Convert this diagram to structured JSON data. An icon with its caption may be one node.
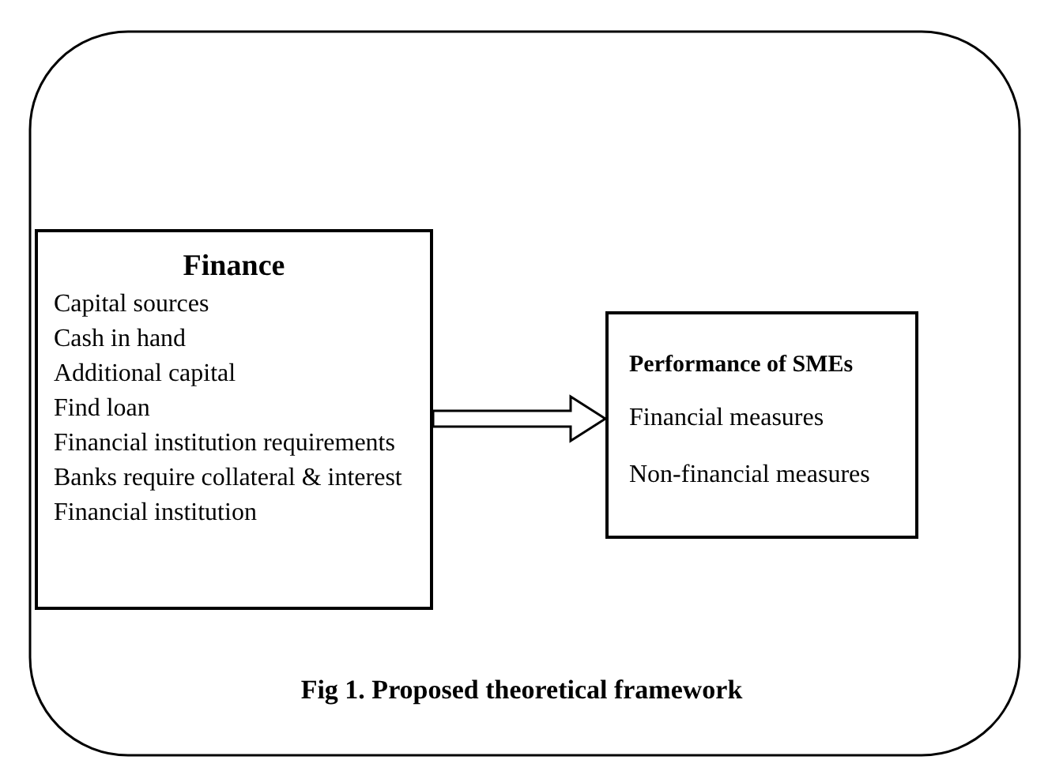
{
  "diagram": {
    "caption": "Fig 1. Proposed theoretical framework",
    "nodes": [
      {
        "text": [
          "Finance",
          "Capital sources",
          "Cash in hand",
          "Additional capital",
          "Find loan",
          "Financial institution requirements",
          "Banks require collateral & interest",
          "Financial institution"
        ]
      },
      {
        "text": [
          "Performance of SMEs",
          "Financial measures",
          "Non-financial measures"
        ]
      }
    ],
    "edges": [
      {
        "from": 0,
        "to": 1,
        "arrow": "to"
      }
    ]
  }
}
